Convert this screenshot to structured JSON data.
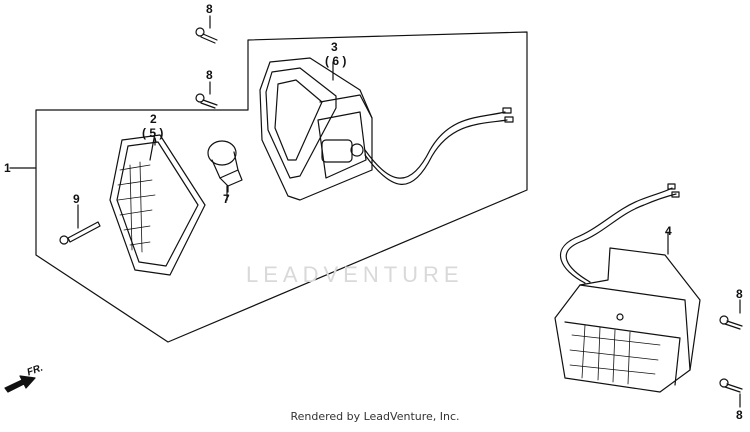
{
  "labels": {
    "p1": "1",
    "p2": "2",
    "p2_alt": "( 5 )",
    "p3": "3",
    "p3_alt": "( 6 )",
    "p4": "4",
    "p7": "7",
    "p8": "8",
    "p9": "9"
  },
  "direction_marker": "FR.",
  "watermark": "LEADVENTURE",
  "footer": "Rendered by LeadVenture, Inc."
}
